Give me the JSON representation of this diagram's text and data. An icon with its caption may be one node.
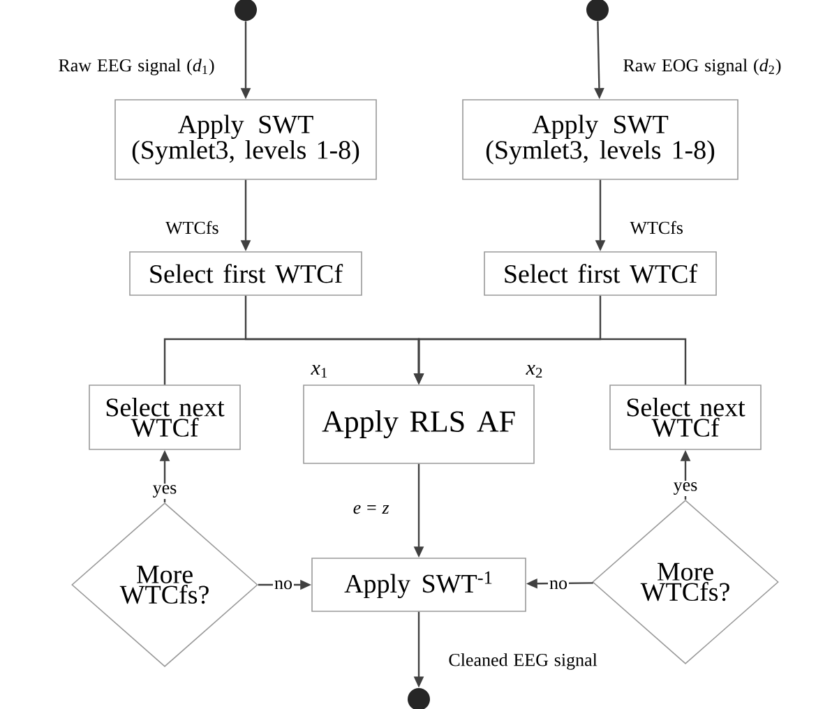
{
  "diagram": {
    "nodes": [
      {
        "text": [],
        "shape": "circle"
      },
      {
        "text": [],
        "shape": "circle"
      },
      {
        "text": [
          "Apply SWT",
          "(Symlet3, levels 1-8)"
        ]
      },
      {
        "text": [
          "Apply SWT",
          "(Symlet3, levels 1-8)"
        ]
      },
      {
        "text": [
          "Select first WTCf"
        ]
      },
      {
        "text": [
          "Select first WTCf"
        ]
      },
      {
        "text": [
          "Select next WTCf"
        ]
      },
      {
        "text": [
          "Apply RLS AF"
        ]
      },
      {
        "text": [
          "Select next WTCf"
        ]
      },
      {
        "text": [
          "More WTCfs?"
        ]
      },
      {
        "text": [
          "Apply SWT$^{-1}$"
        ]
      },
      {
        "text": [
          "More WTCfs?"
        ]
      },
      {
        "text": [],
        "shape": "circle"
      }
    ],
    "edges": [
      {
        "from": 0,
        "to": 2,
        "arrow": "to",
        "label": "Raw EEG signal (*d*$_{1}$)"
      },
      {
        "from": 1,
        "to": 3,
        "arrow": "to",
        "label": "Raw EOG signal (*d*$_{2}$)"
      },
      {
        "from": 2,
        "to": 4,
        "arrow": "to",
        "label": "WTCfs"
      },
      {
        "from": 3,
        "to": 5,
        "arrow": "to",
        "label": "WTCfs"
      },
      {
        "from": 4,
        "to": 7,
        "arrow": "to"
      },
      {
        "from": 5,
        "to": 7,
        "arrow": "to"
      },
      {
        "from": 6,
        "to": 7,
        "arrow": "to"
      },
      {
        "from": 8,
        "to": 7,
        "arrow": "to"
      },
      {
        "from": 7,
        "to": 10,
        "arrow": "to",
        "label": "*e* = *z*"
      },
      {
        "from": 9,
        "to": 6,
        "arrow": "to",
        "label": "yes"
      },
      {
        "from": 11,
        "to": 8,
        "arrow": "to",
        "label": "yes"
      },
      {
        "from": 9,
        "to": 10,
        "arrow": "to",
        "label": "no"
      },
      {
        "from": 11,
        "to": 10,
        "arrow": "to",
        "label": "no"
      },
      {
        "from": 10,
        "to": 12,
        "arrow": "to",
        "label": "Cleaned EEG signal"
      }
    ],
    "labels": [
      "*x*$_{1}$",
      "*x*$_{2}$"
    ]
  }
}
